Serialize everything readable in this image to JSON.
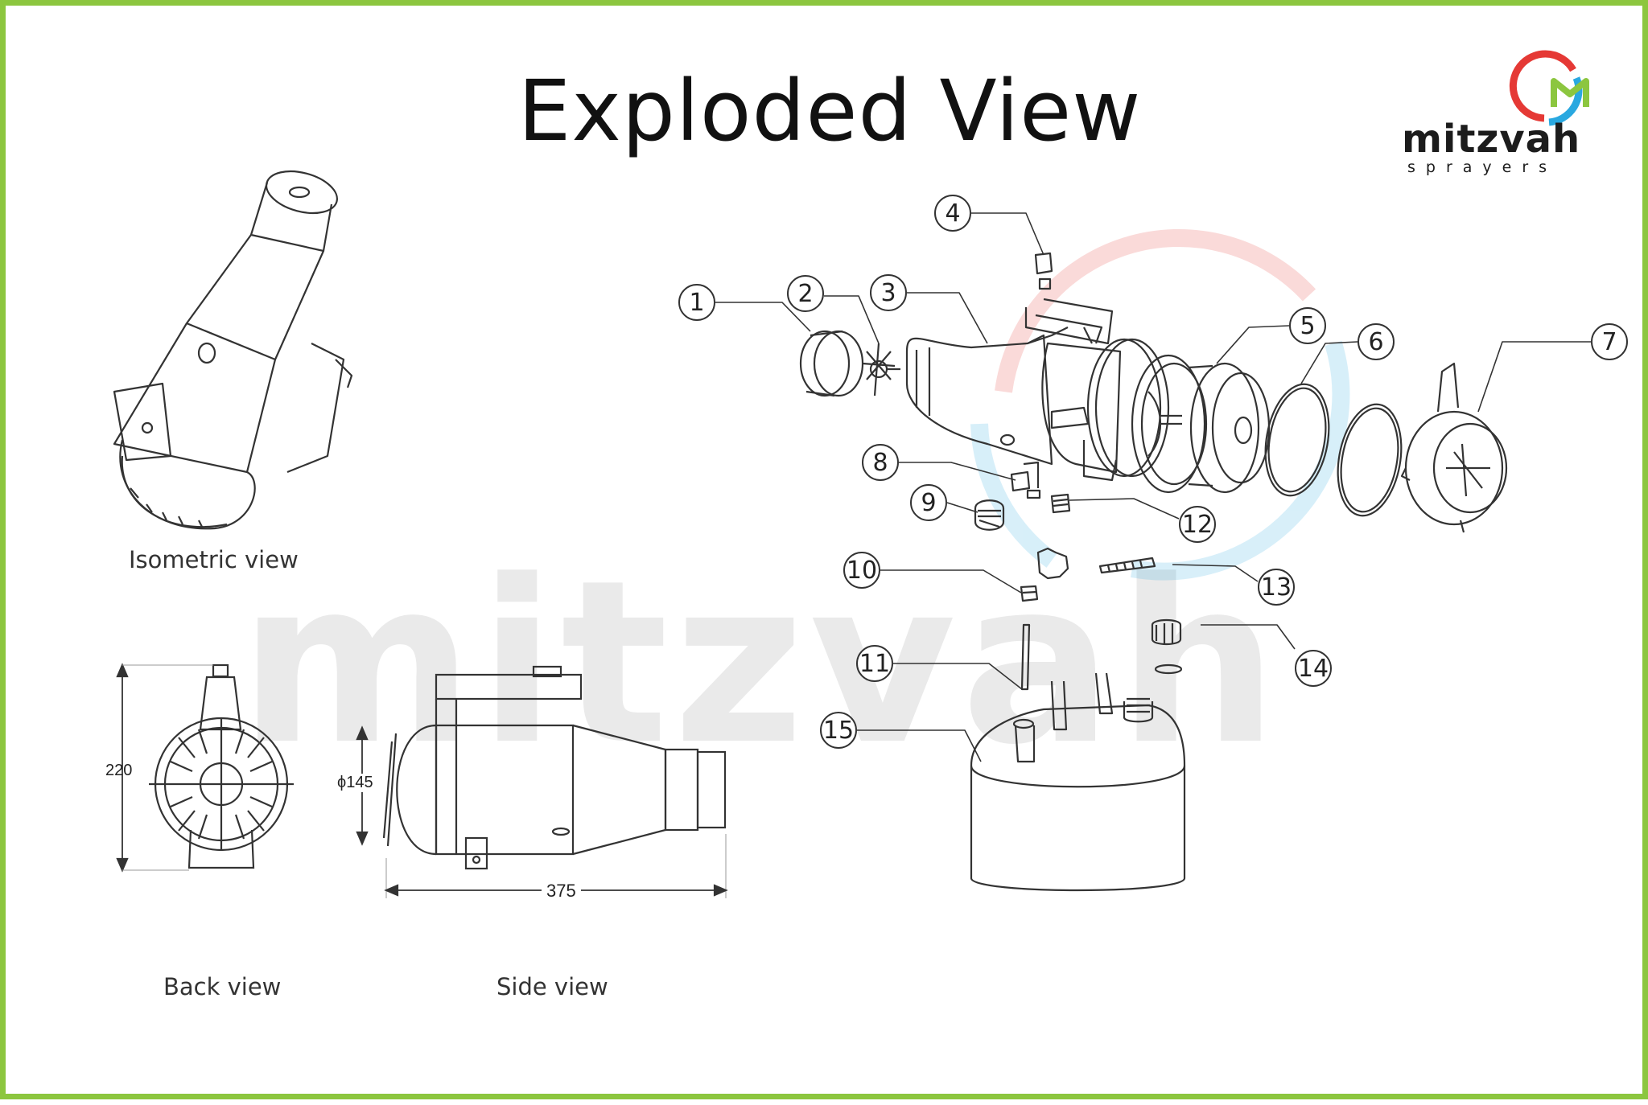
{
  "title": "Exploded View",
  "brand": {
    "name": "mitzvah",
    "tagline": "sprayers",
    "watermark": "mitzvah",
    "colors": {
      "red": "#e53935",
      "blue": "#29a8e0",
      "green": "#8cc63f"
    }
  },
  "border_color": "#8cc63f",
  "views": {
    "isometric": "Isometric view",
    "back": "Back view",
    "side": "Side view"
  },
  "dimensions": {
    "height": "220",
    "diameter": "ϕ145",
    "length": "375"
  },
  "callouts": [
    "1",
    "2",
    "3",
    "4",
    "5",
    "6",
    "7",
    "8",
    "9",
    "10",
    "11",
    "12",
    "13",
    "14",
    "15"
  ]
}
